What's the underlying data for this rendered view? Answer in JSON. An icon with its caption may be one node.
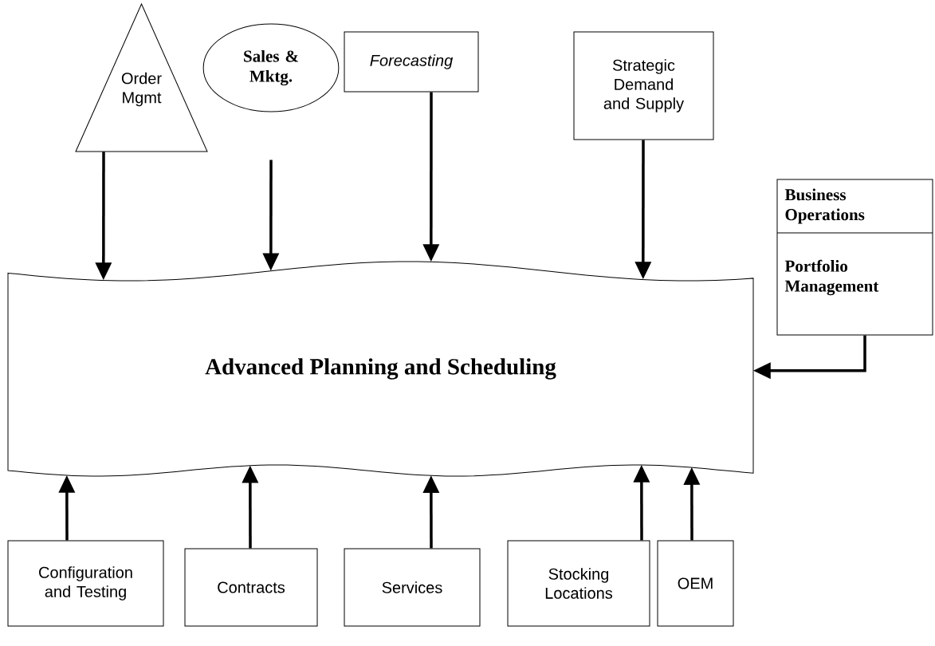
{
  "diagram": {
    "nodes": [
      {
        "text": [
          "Order Mgmt"
        ]
      },
      {
        "text": [
          "Sales & Mktg."
        ]
      },
      {
        "text": [
          "Forecasting"
        ]
      },
      {
        "text": [
          "Strategic Demand and Supply"
        ]
      },
      {
        "text": [
          "Business Operations",
          "Portfolio Management"
        ]
      },
      {
        "text": [
          "Advanced Planning and Scheduling"
        ]
      },
      {
        "text": [
          "Configuration and Testing"
        ]
      },
      {
        "text": [
          "Contracts"
        ]
      },
      {
        "text": [
          "Services"
        ]
      },
      {
        "text": [
          "Stocking Locations"
        ]
      },
      {
        "text": [
          "OEM"
        ]
      }
    ],
    "edges": [
      {
        "from": 0,
        "to": 5,
        "arrow": "to"
      },
      {
        "from": 1,
        "to": 5,
        "arrow": "to"
      },
      {
        "from": 2,
        "to": 5,
        "arrow": "to"
      },
      {
        "from": 3,
        "to": 5,
        "arrow": "to"
      },
      {
        "from": 4,
        "to": 5,
        "arrow": "to"
      },
      {
        "from": 6,
        "to": 5,
        "arrow": "to"
      },
      {
        "from": 7,
        "to": 5,
        "arrow": "to"
      },
      {
        "from": 8,
        "to": 5,
        "arrow": "to"
      },
      {
        "from": 9,
        "to": 5,
        "arrow": "to"
      },
      {
        "from": 10,
        "to": 5,
        "arrow": "to"
      }
    ]
  }
}
